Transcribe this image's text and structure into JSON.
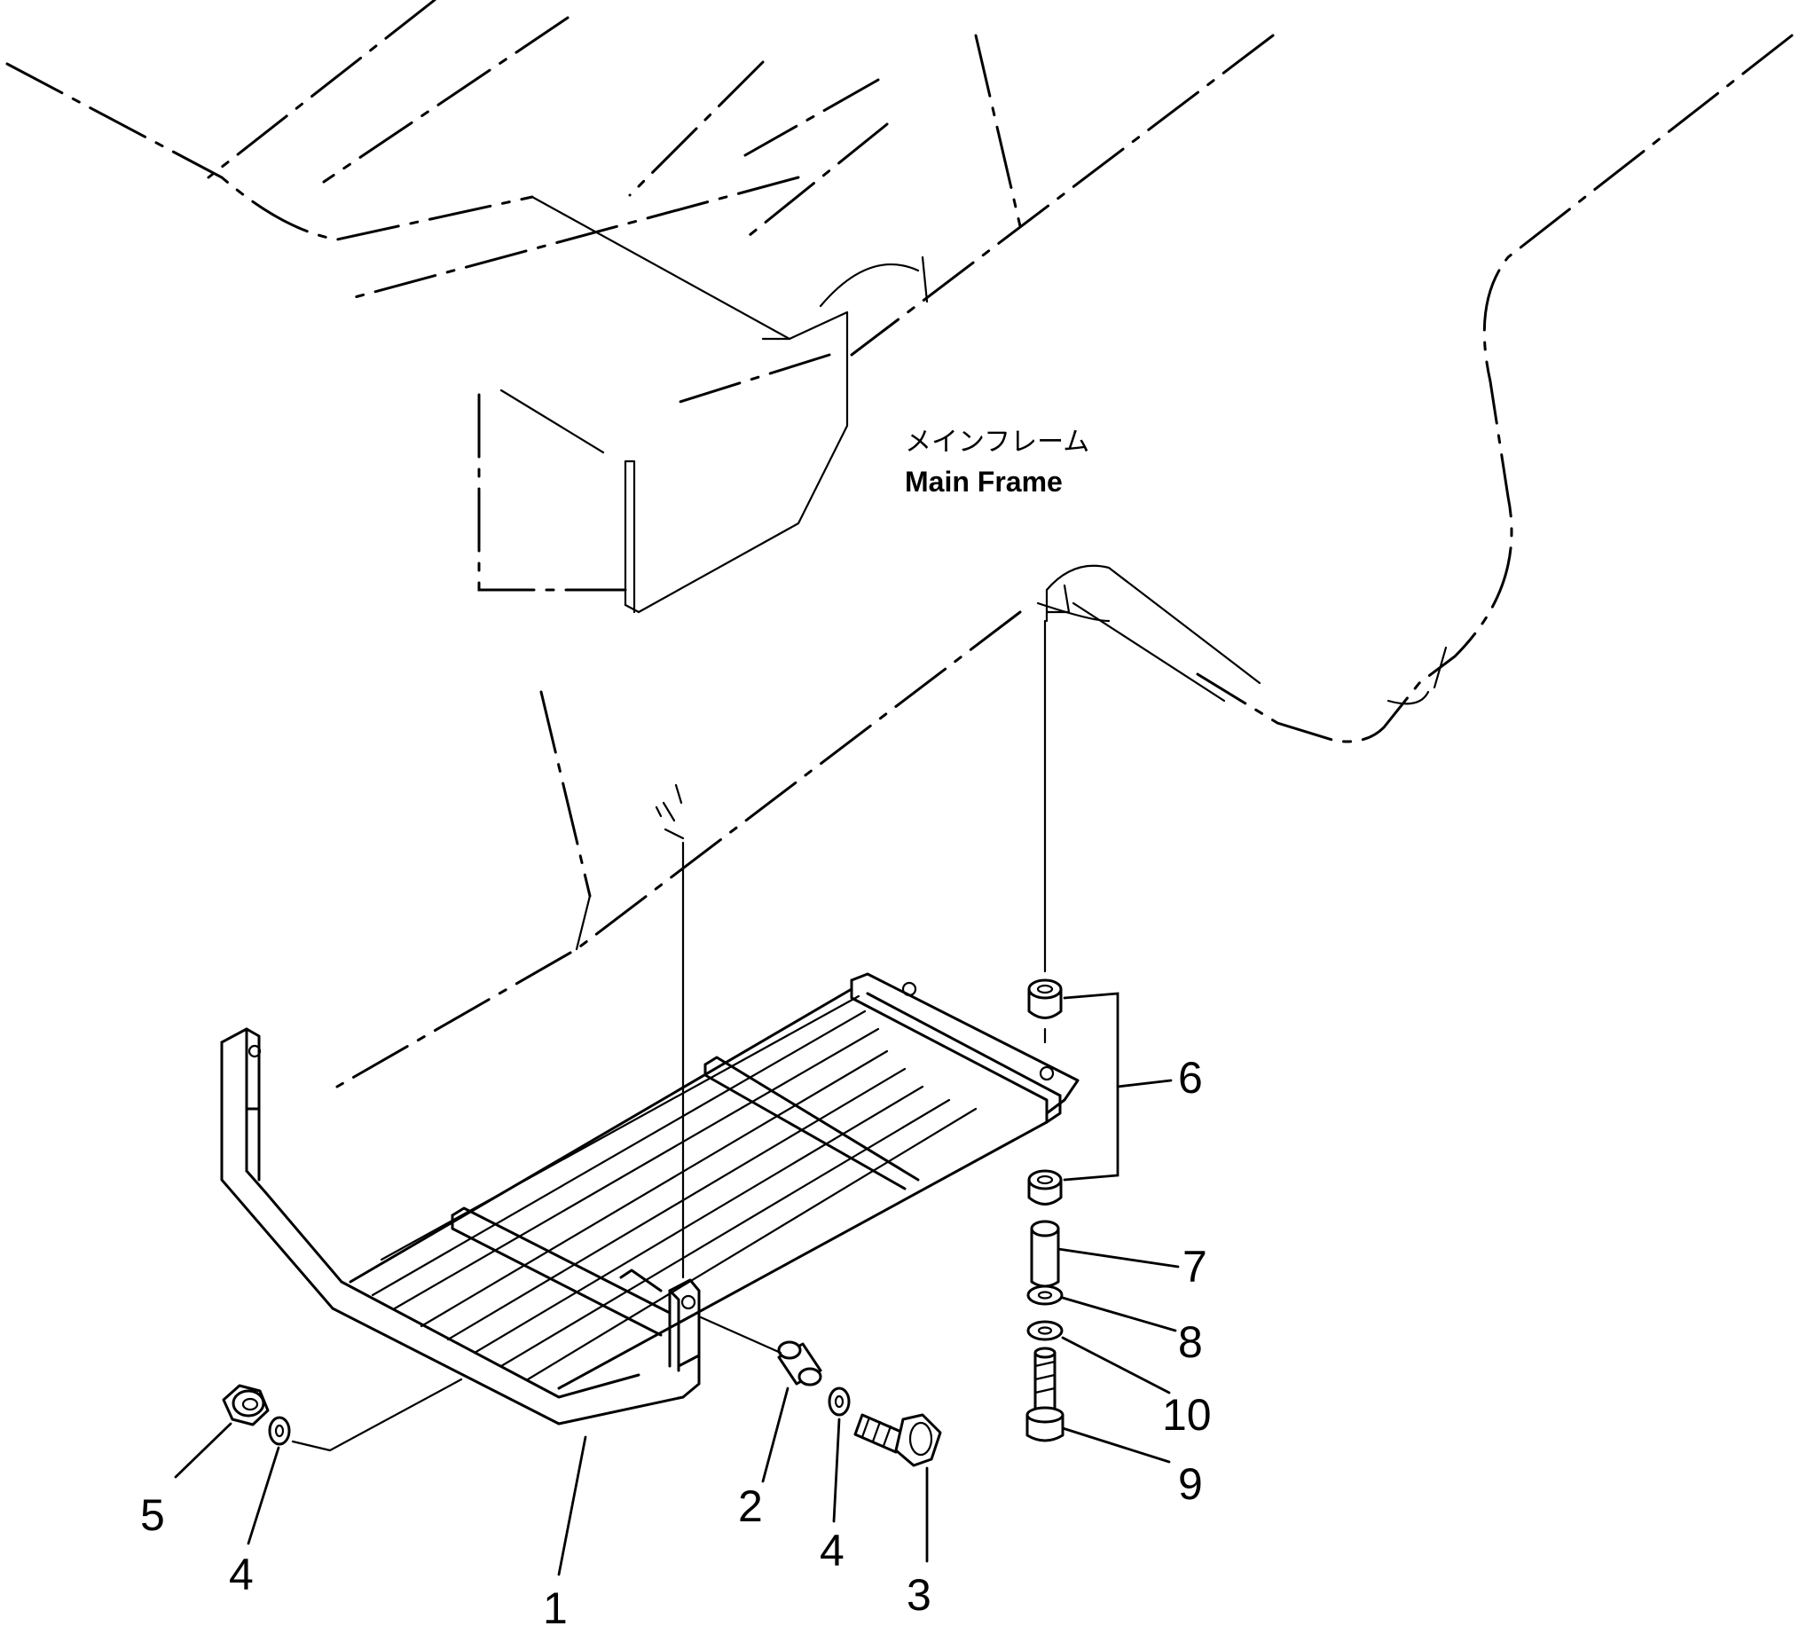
{
  "frame_label": {
    "japanese": "メインフレーム",
    "english": "Main Frame"
  },
  "callouts": {
    "c1": "1",
    "c2": "2",
    "c3": "3",
    "c4a": "4",
    "c4b": "4",
    "c5": "5",
    "c6": "6",
    "c7": "7",
    "c8": "8",
    "c9": "9",
    "c10": "10"
  }
}
